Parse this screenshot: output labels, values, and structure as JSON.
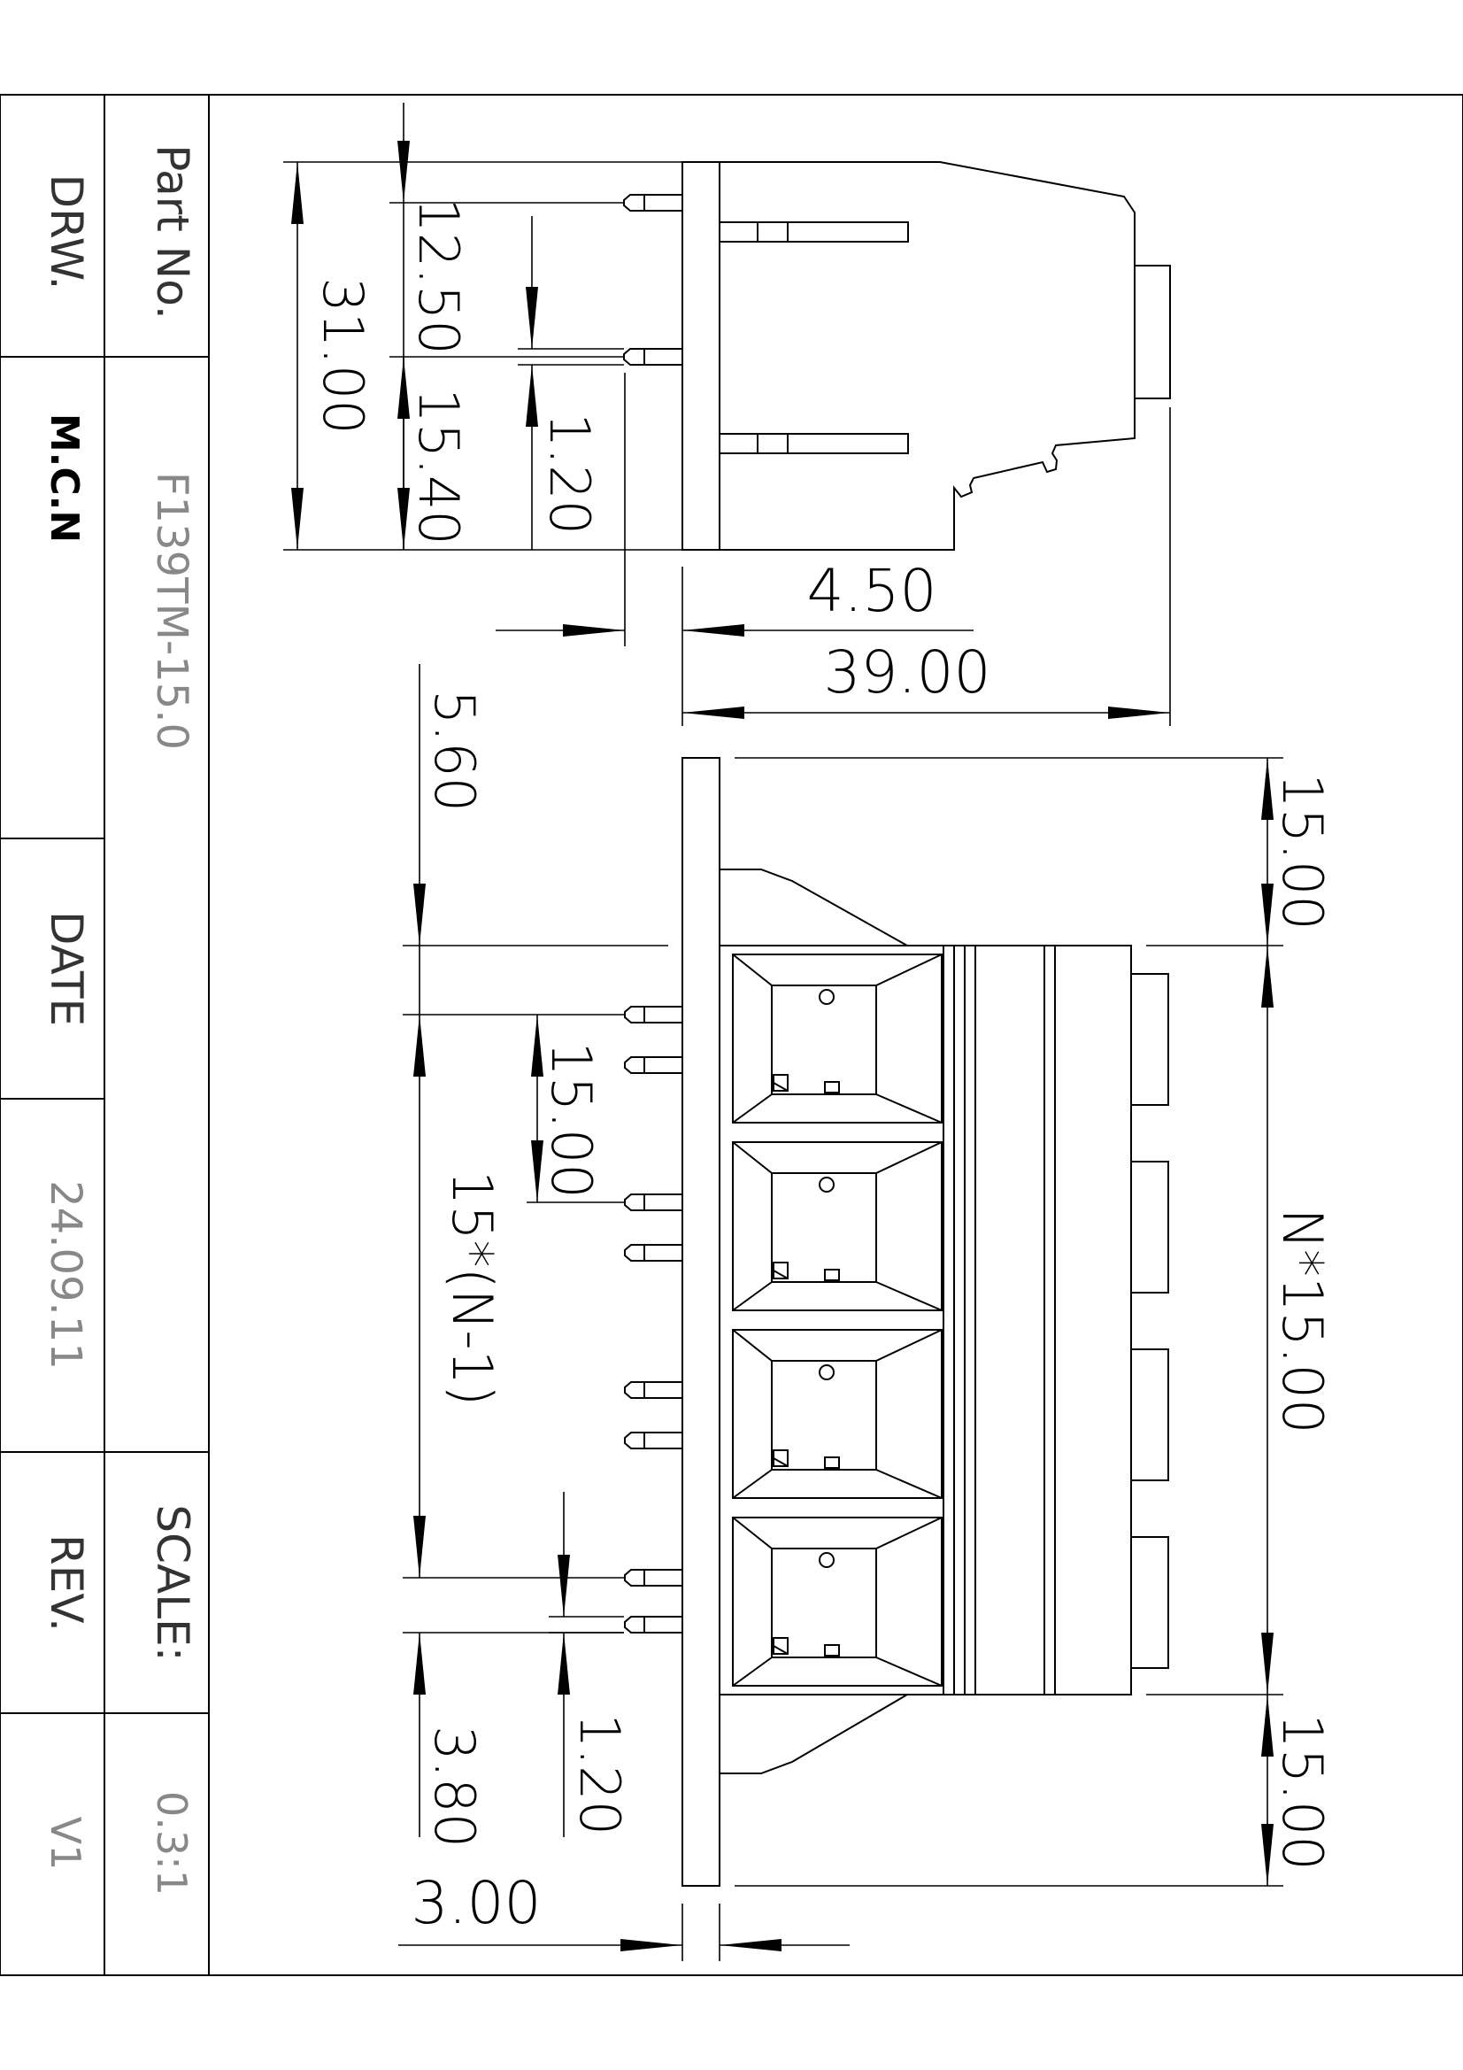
{
  "title_block": {
    "part_no_label": "Part No.",
    "part_no_value": "F139TM-15.0",
    "drw_label": "DRW.",
    "drw_value": "M.C.N",
    "date_label": "DATE",
    "date_value": "24.09.11",
    "rev_label": "REV.",
    "rev_value": "V1",
    "scale_label": "SCALE:",
    "scale_value": "0.3:1"
  },
  "dimensions": {
    "side_height": "31.00",
    "side_pin_offset": "12.50",
    "side_lower": "15.40",
    "side_pin_dia": "1.20",
    "flange_to_pin": "4.50",
    "overall_depth": "39.00",
    "top_offset": "5.60",
    "pitch": "15.00",
    "pitch_formula": "15*(N-1)",
    "lower_offset": "3.80",
    "pin_dia": "1.20",
    "flange_thickness": "3.00",
    "end_margin_top": "15.00",
    "end_margin_bottom": "15.00",
    "total_length": "N*15.00"
  },
  "colors": {
    "line": "#000000",
    "faint_text": "#888888",
    "background": "#ffffff"
  }
}
